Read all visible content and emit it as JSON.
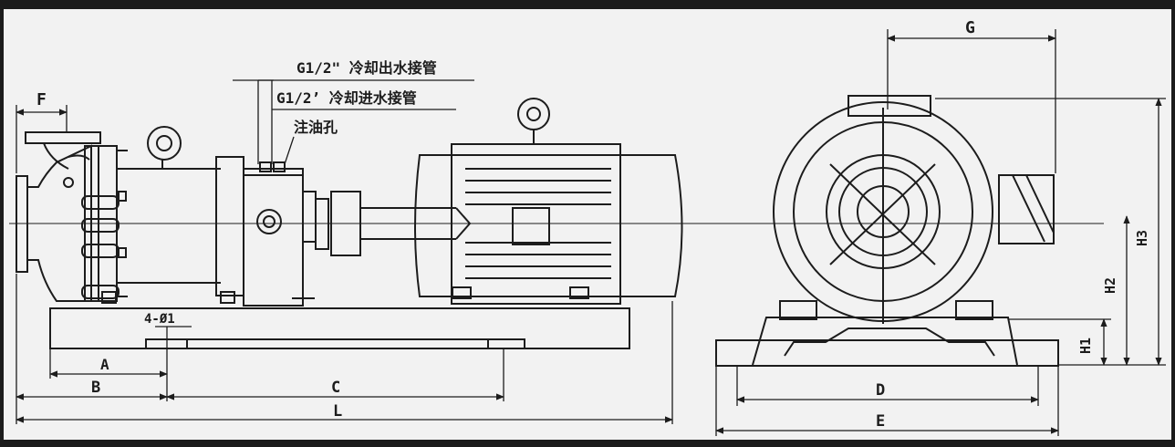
{
  "drawing": {
    "dimension_labels": {
      "F": "F",
      "A": "A",
      "B": "B",
      "C": "C",
      "L": "L",
      "G": "G",
      "D": "D",
      "E": "E",
      "H1": "H1",
      "H2": "H2",
      "H3": "H3"
    },
    "callouts": {
      "cooling_outlet": "G1/2\" 冷却出水接管",
      "cooling_inlet": "G1/2’ 冷却进水接管",
      "oil_hole": "注油孔",
      "bolt_holes": "4-Ø1"
    }
  },
  "colors": {
    "line": "#1c1c1c",
    "paper": "#f2f2f2",
    "border": "#1b1b1b"
  }
}
